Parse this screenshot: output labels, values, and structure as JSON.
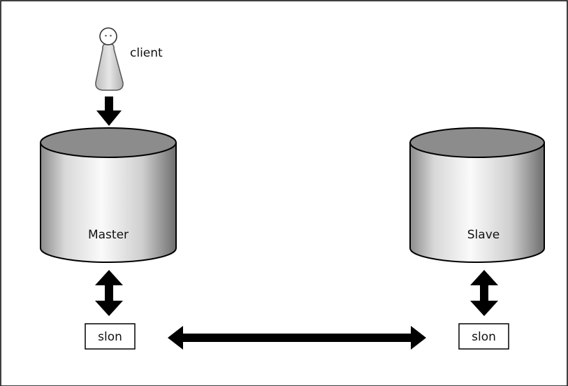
{
  "client": {
    "label": "client"
  },
  "master": {
    "label": "Master"
  },
  "slave": {
    "label": "Slave"
  },
  "master_slon": {
    "label": "slon"
  },
  "slave_slon": {
    "label": "slon"
  },
  "colors": {
    "frame": "#000000",
    "arrow": "#000000",
    "cylinder_top": "#8a8a8a",
    "cylinder_side_light": "#f2f2f2",
    "cylinder_side_dark": "#7a7a7a",
    "person_body": "#cfcfcf"
  }
}
